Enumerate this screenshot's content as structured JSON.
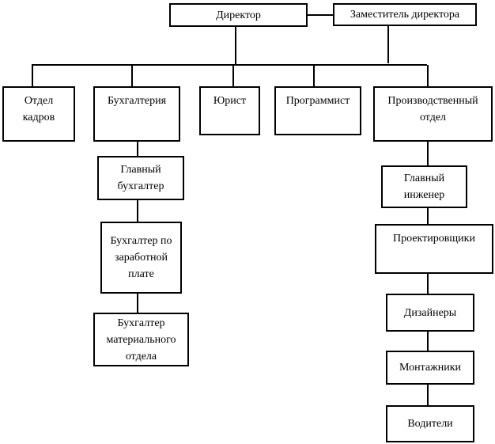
{
  "org_chart": {
    "director": "Директор",
    "deputy": "Заместитель директора",
    "departments": {
      "hr": "Отдел кадров",
      "accounting": "Бухгалтерия",
      "lawyer": "Юрист",
      "programmer": "Программист",
      "production": "Производственный отдел"
    },
    "accounting_staff": {
      "chief_accountant": "Главный бухгалтер",
      "payroll_accountant": "Бухгалтер по заработной плате",
      "materials_accountant": "Бухгалтер материального отдела"
    },
    "production_staff": {
      "chief_engineer": "Главный инженер",
      "designers_project": "Проектировщики",
      "designers": "Дизайнеры",
      "installers": "Монтажники",
      "drivers": "Водители"
    }
  }
}
